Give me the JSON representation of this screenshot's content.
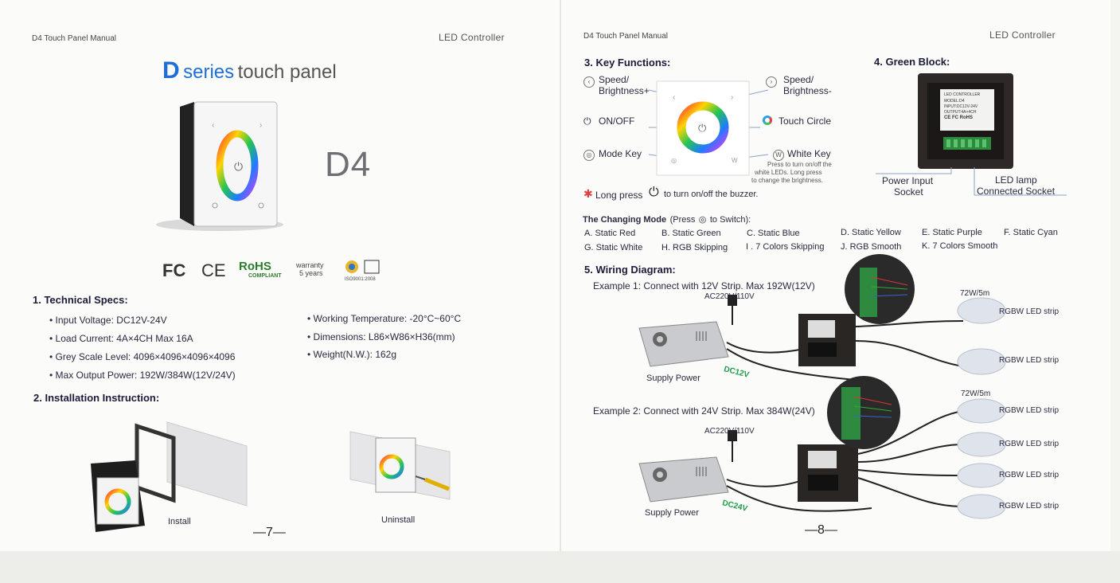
{
  "left": {
    "header_left": "D4 Touch Panel Manual",
    "header_right": "LED Controller",
    "title_d": "D",
    "title_series": "series",
    "title_rest": "touch panel",
    "model": "D4",
    "certs": {
      "fc": "FC",
      "ce": "CE",
      "rohs": "RoHS",
      "rohs_sub": "COMPLIANT",
      "warranty_1": "warranty",
      "warranty_2": "5 years",
      "iso": "ISO9001:2008"
    },
    "specs_title": "1. Technical Specs:",
    "specs": [
      "Input Voltage: DC12V-24V",
      "Load Current: 4A×4CH  Max 16A",
      "Grey Scale Level: 4096×4096×4096×4096",
      "Max Output Power: 192W/384W(12V/24V)",
      "Working Temperature: -20°C~60°C",
      "Dimensions: L86×W86×H36(mm)",
      "Weight(N.W.): 162g"
    ],
    "install_title": "2. Installation Instruction:",
    "install_label": "Install",
    "uninstall_label": "Uninstall",
    "page_number": "—7—"
  },
  "right": {
    "header_left": "D4 Touch Panel Manual",
    "header_right": "LED Controller",
    "key_title": "3. Key Functions:",
    "keys": {
      "speed_plus_1": "Speed/",
      "speed_plus_2": "Brightness+",
      "speed_minus_1": "Speed/",
      "speed_minus_2": "Brightness-",
      "onoff": "ON/OFF",
      "touch": "Touch Circle",
      "mode": "Mode Key",
      "white": "White Key",
      "white_note_1": "Press to turn on/off the",
      "white_note_2": "white LEDs. Long press",
      "white_note_3": "to change the brightness."
    },
    "long_press_a": "Long press",
    "long_press_b": "to turn on/off the buzzer.",
    "green_title": "4. Green Block:",
    "green_power_1": "Power Input",
    "green_power_2": "Socket",
    "green_led_1": "LED lamp",
    "green_led_2": "Connected Socket",
    "green_label_lines": [
      "LED CONTROLLER",
      "MODEL:D4",
      "INPUT:DC12V-24V",
      "OUTPUT:4A×4CH",
      "CE  FC  RoHS"
    ],
    "mode_title_a": "The Changing Mode",
    "mode_title_b": "(Press",
    "mode_title_c": "to Switch):",
    "modes": [
      "A. Static Red",
      "B. Static Green",
      "C. Static Blue",
      "D. Static Yellow",
      "E. Static Purple",
      "F. Static Cyan",
      "G. Static White",
      "H. RGB Skipping",
      "I . 7 Colors Skipping",
      "J. RGB Smooth",
      "K. 7 Colors Smooth"
    ],
    "wiring_title": "5. Wiring Diagram:",
    "ex1": "Example 1: Connect with 12V Strip. Max 192W(12V)",
    "ex2": "Example 2: Connect with 24V Strip. Max 384W(24V)",
    "ac": "AC220V/110V",
    "supply": "Supply Power",
    "dc12": "DC12V",
    "dc24": "DC24V",
    "strip_spec": "72W/5m",
    "strip": "RGBW LED strip",
    "page_number": "—8—"
  }
}
